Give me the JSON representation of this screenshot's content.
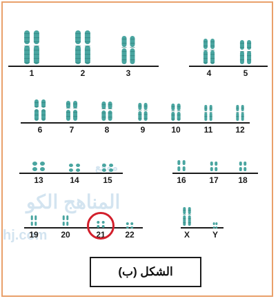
{
  "figure": {
    "caption": "الشكل (ب)",
    "colors": {
      "border": "#e9a06a",
      "chromosome": "#49a5a0",
      "highlight": "#d21f2b"
    },
    "chromosomes": [
      {
        "label": "1"
      },
      {
        "label": "2"
      },
      {
        "label": "3"
      },
      {
        "label": "4"
      },
      {
        "label": "5"
      },
      {
        "label": "6"
      },
      {
        "label": "7"
      },
      {
        "label": "8"
      },
      {
        "label": "9"
      },
      {
        "label": "10"
      },
      {
        "label": "11"
      },
      {
        "label": "12"
      },
      {
        "label": "13"
      },
      {
        "label": "14"
      },
      {
        "label": "15"
      },
      {
        "label": "16"
      },
      {
        "label": "17"
      },
      {
        "label": "18"
      },
      {
        "label": "19"
      },
      {
        "label": "20"
      },
      {
        "label": "21",
        "highlighted": true
      },
      {
        "label": "22"
      },
      {
        "label": "X"
      },
      {
        "label": "Y"
      }
    ],
    "watermark": {
      "line1": "موقع",
      "line2": "المناهج الكو",
      "line3": "hj.com"
    }
  }
}
